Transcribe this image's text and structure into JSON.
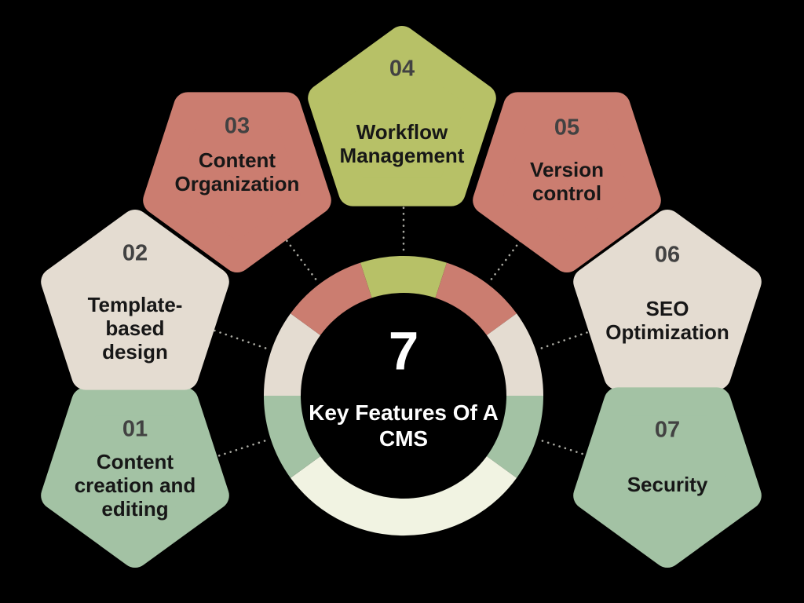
{
  "center": {
    "count": "7",
    "title": "Key Features Of A CMS"
  },
  "items": [
    {
      "number": "01",
      "label": "Content creation and editing",
      "color": "#a3c2a4"
    },
    {
      "number": "02",
      "label": "Template-based design",
      "color": "#e4dcd1"
    },
    {
      "number": "03",
      "label": "Content Organization",
      "color": "#cb7d70"
    },
    {
      "number": "04",
      "label": "Workflow Management",
      "color": "#b7c167"
    },
    {
      "number": "05",
      "label": "Version control",
      "color": "#cb7d70"
    },
    {
      "number": "06",
      "label": "SEO Optimization",
      "color": "#e4dcd1"
    },
    {
      "number": "07",
      "label": "Security",
      "color": "#a3c2a4"
    }
  ],
  "ring": {
    "rest_color": "#f1f3e2"
  },
  "colors": {
    "background": "#000000",
    "center_circle": "#000000",
    "center_text": "#ffffff",
    "number_text": "#424242",
    "label_text": "#171717",
    "dotted_line": "#a8a8a0"
  }
}
